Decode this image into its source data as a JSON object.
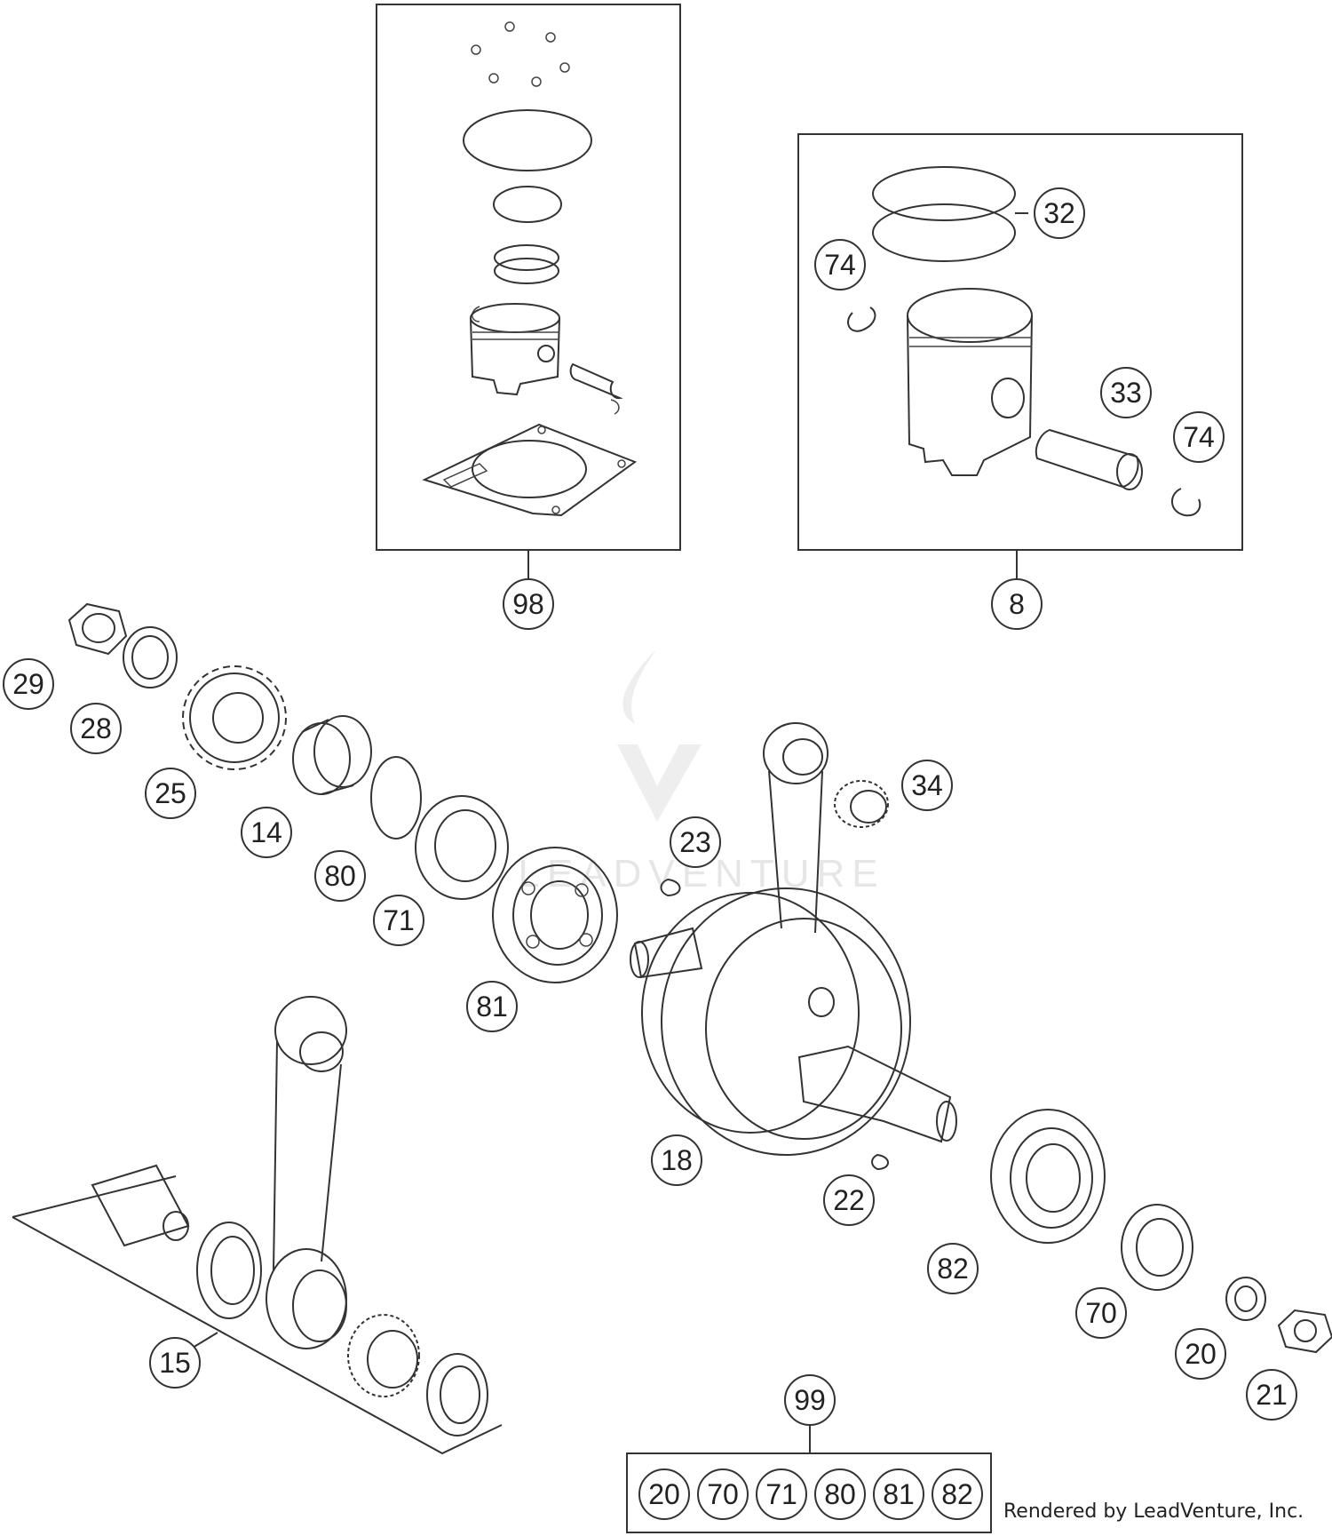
{
  "callouts": [
    {
      "id": "98",
      "label": "98"
    },
    {
      "id": "8",
      "label": "8"
    },
    {
      "id": "32",
      "label": "32"
    },
    {
      "id": "74a",
      "label": "74"
    },
    {
      "id": "33",
      "label": "33"
    },
    {
      "id": "74b",
      "label": "74"
    },
    {
      "id": "29",
      "label": "29"
    },
    {
      "id": "28",
      "label": "28"
    },
    {
      "id": "25",
      "label": "25"
    },
    {
      "id": "14",
      "label": "14"
    },
    {
      "id": "80",
      "label": "80"
    },
    {
      "id": "71",
      "label": "71"
    },
    {
      "id": "81",
      "label": "81"
    },
    {
      "id": "23",
      "label": "23"
    },
    {
      "id": "34",
      "label": "34"
    },
    {
      "id": "18",
      "label": "18"
    },
    {
      "id": "22",
      "label": "22"
    },
    {
      "id": "82",
      "label": "82"
    },
    {
      "id": "70",
      "label": "70"
    },
    {
      "id": "20",
      "label": "20"
    },
    {
      "id": "21",
      "label": "21"
    },
    {
      "id": "15",
      "label": "15"
    },
    {
      "id": "99",
      "label": "99"
    }
  ],
  "kit_99_items": [
    "20",
    "70",
    "71",
    "80",
    "81",
    "82"
  ],
  "watermark": "LEADVENTURE",
  "credit": "Rendered by LeadVenture, Inc."
}
